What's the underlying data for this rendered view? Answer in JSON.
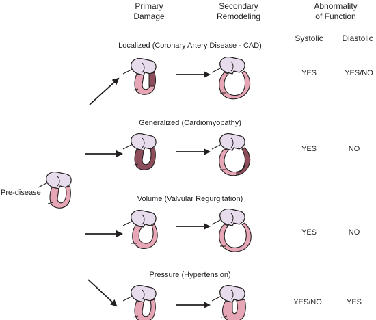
{
  "headers": {
    "primary": [
      "Primary",
      "Damage"
    ],
    "secondary": [
      "Secondary",
      "Remodeling"
    ],
    "abnormality": [
      "Abnormality",
      "of Function"
    ],
    "systolic": "Systolic",
    "diastolic": "Diastolic"
  },
  "pre_disease": "Pre-disease",
  "rows": [
    {
      "title": "Localized (Coronary Artery Disease - CAD)",
      "systolic": "YES",
      "diastolic": "YES/NO"
    },
    {
      "title": "Generalized (Cardiomyopathy)",
      "systolic": "YES",
      "diastolic": "NO"
    },
    {
      "title": "Volume (Valvular Regurgitation)",
      "systolic": "YES",
      "diastolic": "NO"
    },
    {
      "title": "Pressure (Hypertension)",
      "systolic": "YES/NO",
      "diastolic": "YES"
    }
  ],
  "colors": {
    "ink": "#231f20",
    "muscle": "#e6a6b6",
    "atrium": "#e7dceb",
    "damaged": "#8e4d5a"
  }
}
